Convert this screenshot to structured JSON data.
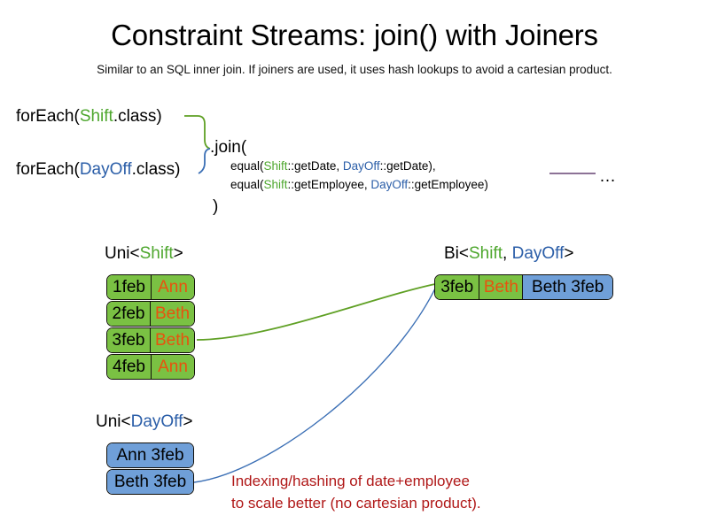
{
  "header": {
    "title": "Constraint Streams: join() with Joiners",
    "subtitle": "Similar to an SQL inner join. If joiners are used, it uses hash lookups to avoid a cartesian product."
  },
  "code": {
    "foreach_shift": {
      "prefix": "forEach(",
      "type": "Shift",
      "suffix": ".class)"
    },
    "foreach_dayoff": {
      "prefix": "forEach(",
      "type": "DayOff",
      "suffix": ".class)"
    },
    "join_open": ".join(",
    "joiner_date": {
      "prefix": "equal(",
      "left_type": "Shift",
      "left_method": "::getDate, ",
      "right_type": "DayOff",
      "right_method": "::getDate),"
    },
    "joiner_employee": {
      "prefix": "equal(",
      "left_type": "Shift",
      "left_method": "::getEmployee, ",
      "right_type": "DayOff",
      "right_method": "::getEmployee)"
    },
    "join_close": ")",
    "ellipsis": "…"
  },
  "streams": {
    "uni_shift": {
      "label_prefix": "Uni<",
      "label_type": "Shift",
      "label_suffix": ">",
      "rows": [
        {
          "date": "1feb",
          "employee": "Ann"
        },
        {
          "date": "2feb",
          "employee": "Beth"
        },
        {
          "date": "3feb",
          "employee": "Beth"
        },
        {
          "date": "4feb",
          "employee": "Ann"
        }
      ]
    },
    "uni_dayoff": {
      "label_prefix": "Uni<",
      "label_type": "DayOff",
      "label_suffix": ">",
      "rows": [
        {
          "text": "Ann 3feb"
        },
        {
          "text": "Beth 3feb"
        }
      ]
    },
    "bi_shift_dayoff": {
      "label_prefix": "Bi<",
      "label_type_a": "Shift",
      "label_separator": ", ",
      "label_type_b": "DayOff",
      "label_suffix": ">",
      "row": {
        "date": "3feb",
        "employee": "Beth",
        "dayoff": "Beth 3feb"
      }
    }
  },
  "annotation": {
    "line1": "Indexing/hashing of date+employee",
    "line2": "to scale better (no cartesian product)."
  },
  "colors": {
    "shift_green": "#4EA72E",
    "dayoff_blue": "#2B5EA8",
    "box_green_fill": "#7AC143",
    "box_blue_fill": "#6F9FD8",
    "employee_orange": "#E8520E",
    "annotation_red": "#B01818",
    "connector_green": "#5FA024",
    "connector_blue": "#3B6FB5",
    "rule_purple": "#7C5E87"
  }
}
